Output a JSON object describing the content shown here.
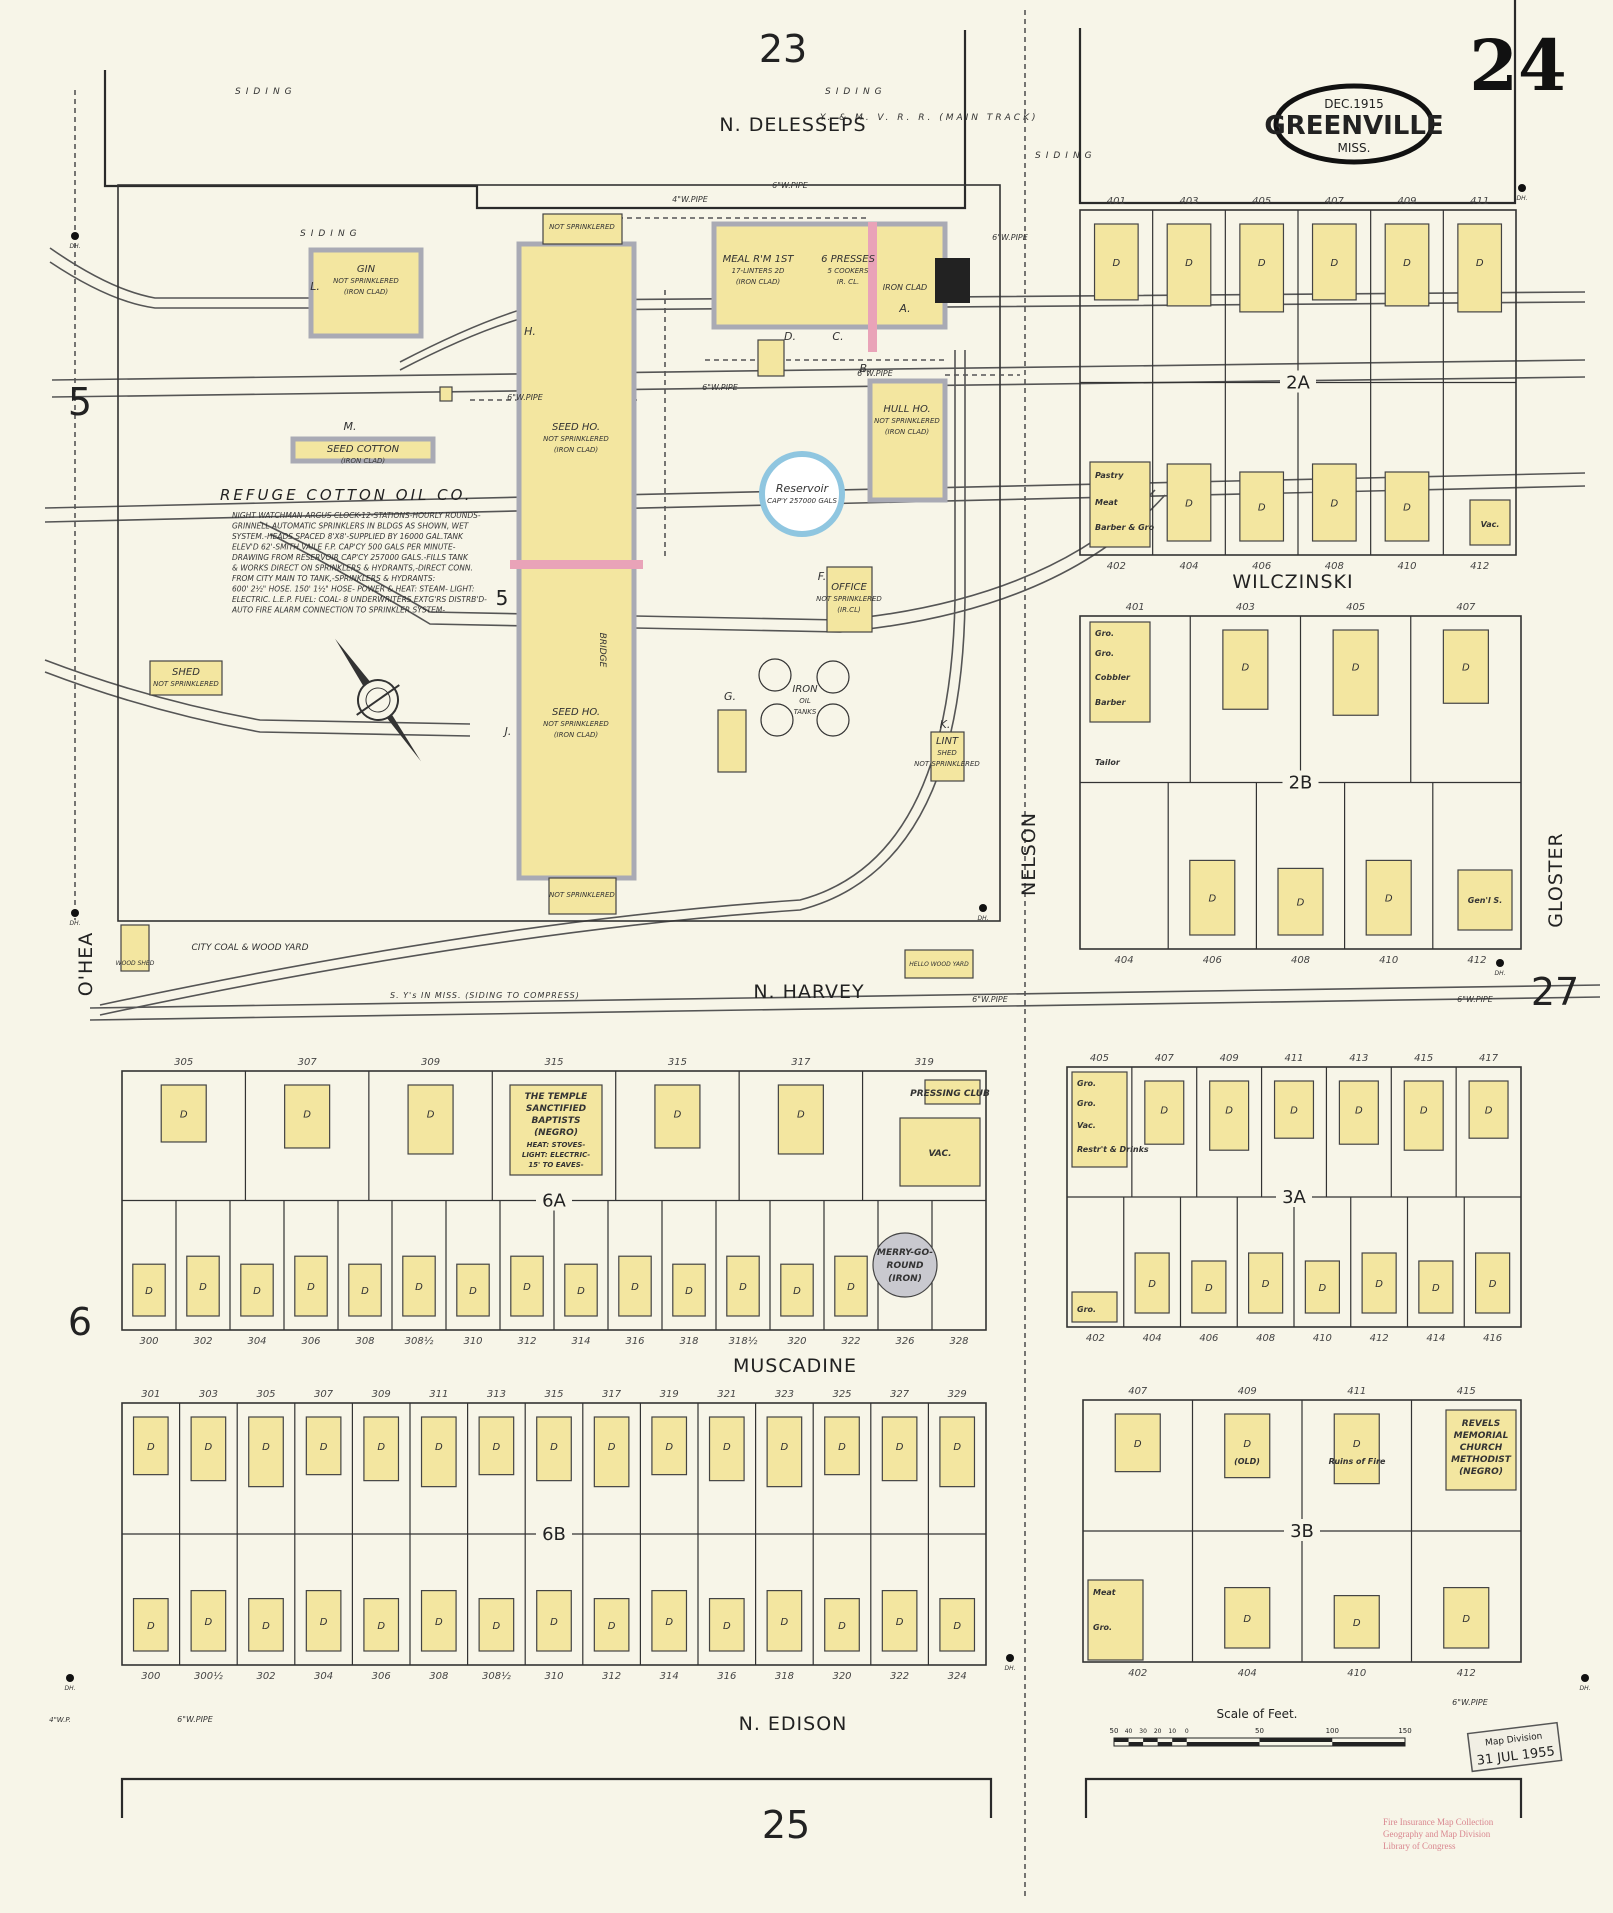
{
  "header": {
    "sheet_number": "24",
    "date": "DEC.1915",
    "city": "GREENVILLE",
    "state": "MISS."
  },
  "adjacent_sheets": {
    "top": "23",
    "bottom": "25",
    "right": "27",
    "left_upper": "5",
    "left_lower": "6",
    "inner": "5"
  },
  "streets": {
    "delesseps": "N. DELESSEPS",
    "harvey": "N. HARVEY",
    "muscadine": "MUSCADINE",
    "edison": "N. EDISON",
    "wilczinski": "WILCZINSKI",
    "nelson": "NELSON",
    "gloster": "GLOSTER",
    "ohea": "O'HEA"
  },
  "rail": {
    "siding": "SIDING",
    "main_track": "Y. & M. V. R. R.  (MAIN TRACK)",
    "compress": "S. Y's IN MISS.  (SIDING TO COMPRESS)"
  },
  "pipes": {
    "six_inch": "6\"W.PIPE",
    "four_inch": "4\"W.PIPE",
    "four_short": "4\"W.P."
  },
  "hydrant": "DH.",
  "cotton_oil": {
    "name": "REFUGE COTTON OIL CO.",
    "notes": [
      "NIGHT WATCHMAN-ARGUS CLOCK-12-STATIONS-HOURLY ROUNDS-",
      "GRINNELL AUTOMATIC SPRINKLERS IN BLDGS AS SHOWN, WET",
      "SYSTEM.-HEADS SPACED 8'X8'-SUPPLIED BY 16000 GAL.TANK",
      "ELEV'D 62'-SMITH VAILE F.P. CAP'CY 500 GALS PER MINUTE-",
      "DRAWING FROM RESERVOIR CAP'CY 257000 GALS.-FILLS TANK",
      "& WORKS DIRECT ON SPRINKLERS & HYDRANTS,-DIRECT CONN.",
      "FROM CITY MAIN TO TANK,-SPRINKLERS & HYDRANTS:",
      "600' 2½\" HOSE. 150' 1½\" HOSE- POWER & HEAT: STEAM- LIGHT:",
      "ELECTRIC. L.E.P. FUEL: COAL- 8 UNDERWRITERS EXTG'RS DISTRB'D-",
      "AUTO FIRE ALARM CONNECTION TO SPRINKLER SYSTEM-"
    ],
    "seed_house": [
      "SEED HO.",
      "NOT SPRINKLERED",
      "(IRON CLAD)"
    ],
    "seed_house_2": [
      "SEED HO.",
      "NOT SPRINKLERED",
      "(IRON CLAD)"
    ],
    "bridge": "BRIDGE",
    "top_shed": "NOT SPRINKLERED",
    "bottom_shed": "NOT SPRINKLERED",
    "meal_room": [
      "MEAL R'M 1ST",
      "17-LINTERS 2D",
      "(IRON CLAD)"
    ],
    "presses": [
      "6 PRESSES",
      "5 COOKERS",
      "IR. CL."
    ],
    "iron_clad": "IRON CLAD",
    "gin": [
      "GIN",
      "NOT SPRINKLERED",
      "(IRON CLAD)"
    ],
    "seed_cotton": [
      "SEED COTTON",
      "(IRON CLAD)"
    ],
    "hull_house": [
      "HULL HO.",
      "NOT SPRINKLERED",
      "(IRON CLAD)"
    ],
    "reservoir": [
      "Reservoir",
      "CAP'Y 257000 GALS"
    ],
    "office": [
      "OFFICE",
      "NOT SPRINKLERED",
      "(IR.CL)"
    ],
    "oil_tanks": [
      "IRON",
      "OIL",
      "TANKS"
    ],
    "lint_shed": [
      "LINT",
      "SHED",
      "NOT SPRINKLERED"
    ],
    "shed": [
      "SHED",
      "NOT SPRINKLERED"
    ],
    "letters": [
      "H.",
      "J.",
      "M.",
      "L.",
      "B.",
      "C.",
      "D.",
      "F.",
      "G.",
      "K.",
      "A."
    ],
    "coal_yard": "CITY COAL & WOOD YARD",
    "wood_shed": "WOOD SHED",
    "wood_yard": "HELLO WOOD YARD"
  },
  "dwelling_label": "D",
  "blocks": [
    {
      "id": "2A",
      "top": [
        "401",
        "403",
        "405",
        "407",
        "409",
        "411"
      ],
      "bottom": [
        "402",
        "404",
        "406",
        "408",
        "410",
        "412"
      ],
      "specials": [
        "Pastry",
        "Meat",
        "Barber & Gro",
        "Vac."
      ]
    },
    {
      "id": "2B",
      "top": [
        "401",
        "403",
        "405",
        "407"
      ],
      "bottom": [
        "404",
        "406",
        "408",
        "410",
        "412"
      ],
      "specials": [
        "Gro.",
        "Gro.",
        "Cobbler",
        "Barber",
        "Tailor",
        "Gen'l S."
      ]
    },
    {
      "id": "6A",
      "top": [
        "305",
        "307",
        "309",
        "315",
        "315",
        "317",
        "319"
      ],
      "bottom": [
        "300",
        "302",
        "304",
        "306",
        "308",
        "308½",
        "310",
        "312",
        "314",
        "316",
        "318",
        "318½",
        "320",
        "322",
        "326",
        "328"
      ],
      "specials": [
        "THE TEMPLE",
        "SANCTIFIED",
        "BAPTISTS",
        "(NEGRO)",
        "HEAT: STOVES-",
        "LIGHT: ELECTRIC-",
        "15' TO EAVES-",
        "PRESSING CLUB",
        "VAC.",
        "MERRY-GO-",
        "ROUND",
        "(IRON)"
      ]
    },
    {
      "id": "3A",
      "top": [
        "405",
        "407",
        "409",
        "411",
        "413",
        "415",
        "417"
      ],
      "bottom": [
        "402",
        "404",
        "406",
        "408",
        "410",
        "412",
        "414",
        "416"
      ],
      "specials": [
        "Gro.",
        "Gro.",
        "Vac.",
        "Restr't & Drinks",
        "Gro."
      ]
    },
    {
      "id": "6B",
      "top": [
        "301",
        "303",
        "305",
        "307",
        "309",
        "311",
        "313",
        "315",
        "317",
        "319",
        "321",
        "323",
        "325",
        "327",
        "329"
      ],
      "bottom": [
        "300",
        "300½",
        "302",
        "304",
        "306",
        "308",
        "308½",
        "310",
        "312",
        "314",
        "316",
        "318",
        "320",
        "322",
        "324"
      ],
      "specials": []
    },
    {
      "id": "3B",
      "top": [
        "407",
        "409",
        "411",
        "415"
      ],
      "bottom": [
        "402",
        "404",
        "410",
        "412"
      ],
      "specials": [
        "REVELS",
        "MEMORIAL",
        "CHURCH",
        "METHODIST",
        "(NEGRO)",
        "Meat",
        "Gro.",
        "(OLD)",
        "Ruins of Fire"
      ]
    }
  ],
  "scale": {
    "title": "Scale of Feet.",
    "ticks": [
      "50",
      "40",
      "30",
      "20",
      "10",
      "0",
      "50",
      "100",
      "150"
    ]
  },
  "stamp": {
    "line1": "Map Division",
    "line2": "31 JUL 1955"
  },
  "collection": [
    "Fire Insurance Map Collection",
    "Geography and Map Division",
    "Library of Congress"
  ],
  "colors": {
    "paper": "#f7f5e8",
    "frame_brick": "#f3e6a0",
    "iron_clad": "#a9aab4",
    "reservoir": "#8fc6e0",
    "fire_wall": "#e9a3b8",
    "stamp": "#d9868f"
  }
}
